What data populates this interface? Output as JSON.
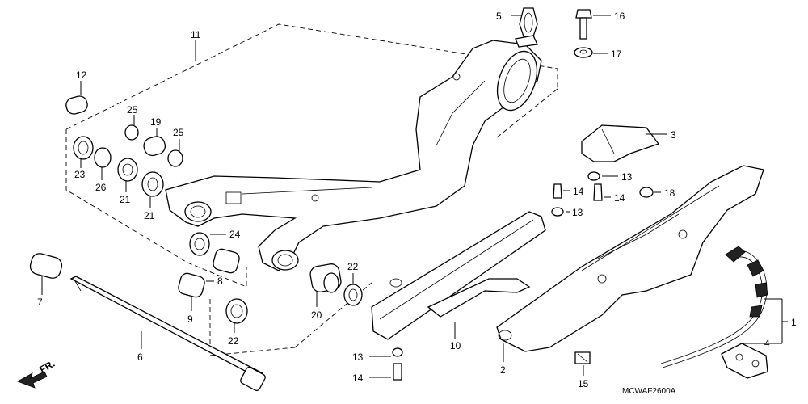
{
  "diagram": {
    "drawing_code": "MCWAF2600A",
    "direction_label": "FR.",
    "callouts": {
      "c1": "1",
      "c2": "2",
      "c3": "3",
      "c4": "4",
      "c5": "5",
      "c6": "6",
      "c7": "7",
      "c8": "8",
      "c9": "9",
      "c10": "10",
      "c11": "11",
      "c12": "12",
      "c13a": "13",
      "c13b": "13",
      "c13c": "13",
      "c14a": "14",
      "c14b": "14",
      "c14c": "14",
      "c15": "15",
      "c16": "16",
      "c17": "17",
      "c18": "18",
      "c19": "19",
      "c20": "20",
      "c21a": "21",
      "c21b": "21",
      "c22a": "22",
      "c22b": "22",
      "c23": "23",
      "c24": "24",
      "c25a": "25",
      "c25b": "25",
      "c26": "26"
    }
  }
}
